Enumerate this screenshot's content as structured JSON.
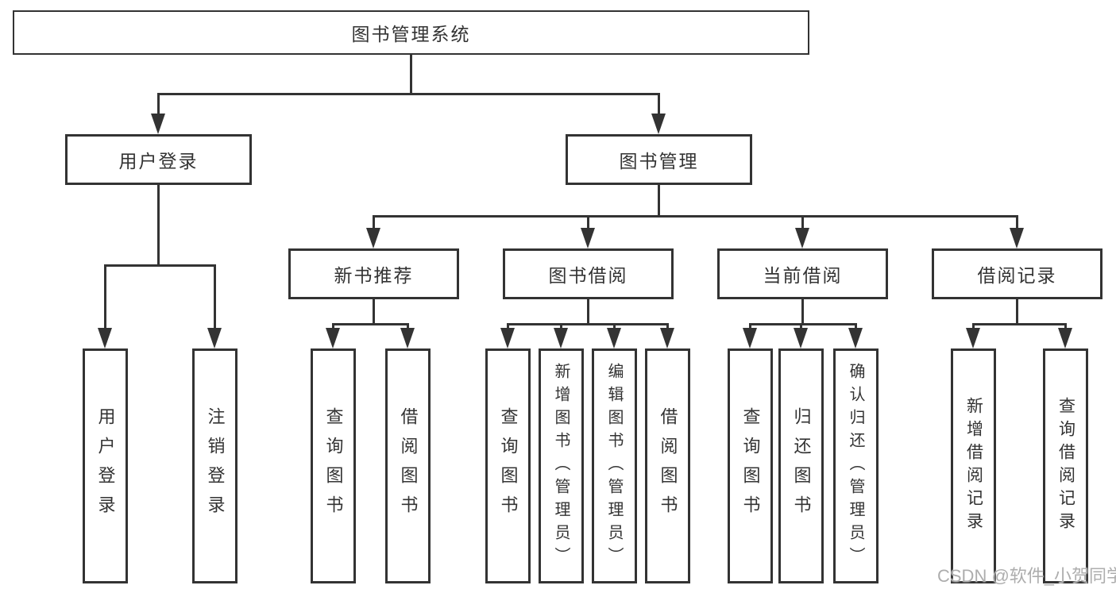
{
  "diagram": {
    "root": {
      "label": "图书管理系统"
    },
    "level2": [
      {
        "id": "user-login",
        "label": "用户登录"
      },
      {
        "id": "book-management",
        "label": "图书管理"
      }
    ],
    "level3": [
      {
        "id": "new-book-recommend",
        "label": "新书推荐",
        "parent": "图书管理"
      },
      {
        "id": "book-borrowing",
        "label": "图书借阅",
        "parent": "图书管理"
      },
      {
        "id": "current-borrowing",
        "label": "当前借阅",
        "parent": "图书管理"
      },
      {
        "id": "borrowing-records",
        "label": "借阅记录",
        "parent": "图书管理"
      }
    ],
    "leaves": [
      {
        "id": "user-login",
        "label": "用户登录",
        "parent": "用户登录"
      },
      {
        "id": "logout",
        "label": "注销登录",
        "parent": "用户登录"
      },
      {
        "id": "query-books-1",
        "label": "查询图书",
        "parent": "新书推荐"
      },
      {
        "id": "borrow-books-1",
        "label": "借阅图书",
        "parent": "新书推荐"
      },
      {
        "id": "query-books-2",
        "label": "查询图书",
        "parent": "图书借阅"
      },
      {
        "id": "add-books",
        "label": "新增图书（管理员）",
        "parent": "图书借阅"
      },
      {
        "id": "edit-books",
        "label": "编辑图书（管理员）",
        "parent": "图书借阅"
      },
      {
        "id": "borrow-books-2",
        "label": "借阅图书",
        "parent": "图书借阅"
      },
      {
        "id": "query-books-3",
        "label": "查询图书",
        "parent": "当前借阅"
      },
      {
        "id": "return-books",
        "label": "归还图书",
        "parent": "当前借阅"
      },
      {
        "id": "confirm-return",
        "label": "确认归还（管理员）",
        "parent": "当前借阅"
      },
      {
        "id": "add-borrow-record",
        "label": "新增借阅记录",
        "parent": "借阅记录"
      },
      {
        "id": "query-borrow-record",
        "label": "查询借阅记录",
        "parent": "借阅记录"
      }
    ]
  },
  "watermark": {
    "text": "CSDN @软件_小贺同学"
  },
  "colors": {
    "line": "#333333",
    "text": "#333333",
    "watermark": "#adadad",
    "background": "#ffffff"
  }
}
